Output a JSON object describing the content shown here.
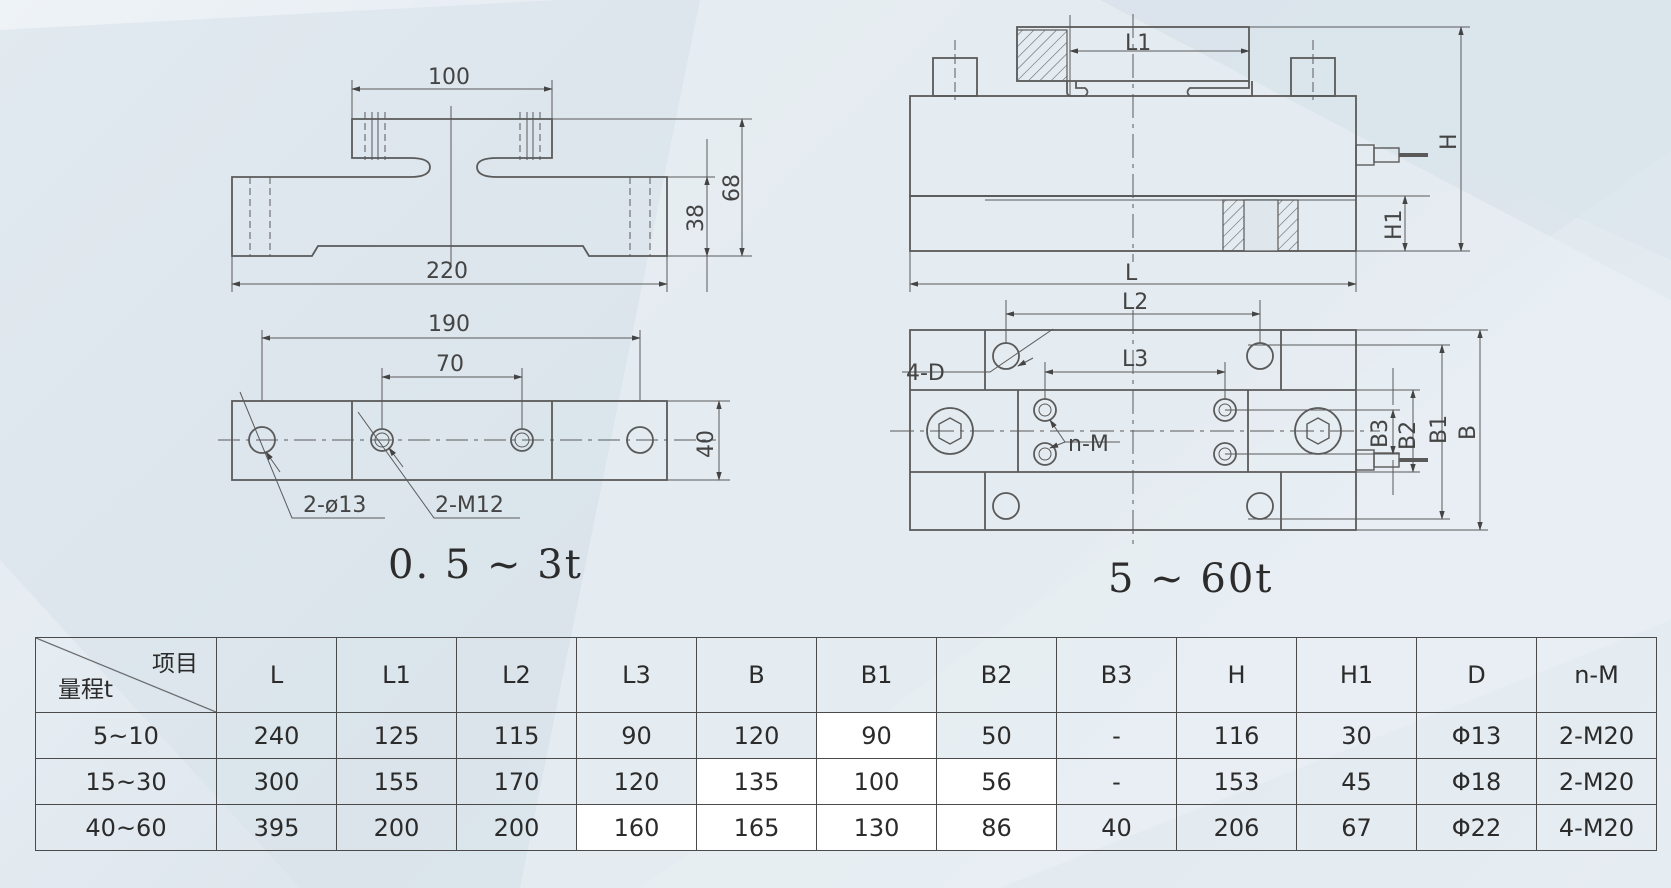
{
  "left_drawing": {
    "caption": "0. 5 ~ 3t",
    "dims": {
      "top_width": "100",
      "total_length": "220",
      "height_inner": "38",
      "height_total": "68",
      "hole_span": "190",
      "thread_span": "70",
      "width": "40",
      "holes_label": "2-ø13",
      "threads_label": "2-M12"
    }
  },
  "right_drawing": {
    "caption": "5 ~ 60t",
    "dims": {
      "L1": "L1",
      "L": "L",
      "H": "H",
      "H1": "H1",
      "L2": "L2",
      "L3": "L3",
      "D": "4-D",
      "nM": "n-M",
      "B3": "B3",
      "B2": "B2",
      "B1": "B1",
      "B": "B"
    }
  },
  "table": {
    "corner_item": "项目",
    "corner_range": "量程t",
    "columns": [
      "L",
      "L1",
      "L2",
      "L3",
      "B",
      "B1",
      "B2",
      "B3",
      "H",
      "H1",
      "D",
      "n-M"
    ],
    "rows": [
      {
        "range": "5~10",
        "cells": [
          "240",
          "125",
          "115",
          "90",
          "120",
          "90",
          "50",
          "-",
          "116",
          "30",
          "Φ13",
          "2-M20"
        ]
      },
      {
        "range": "15~30",
        "cells": [
          "300",
          "155",
          "170",
          "120",
          "135",
          "100",
          "56",
          "-",
          "153",
          "45",
          "Φ18",
          "2-M20"
        ]
      },
      {
        "range": "40~60",
        "cells": [
          "395",
          "200",
          "200",
          "160",
          "165",
          "130",
          "86",
          "40",
          "206",
          "67",
          "Φ22",
          "4-M20"
        ]
      }
    ]
  }
}
